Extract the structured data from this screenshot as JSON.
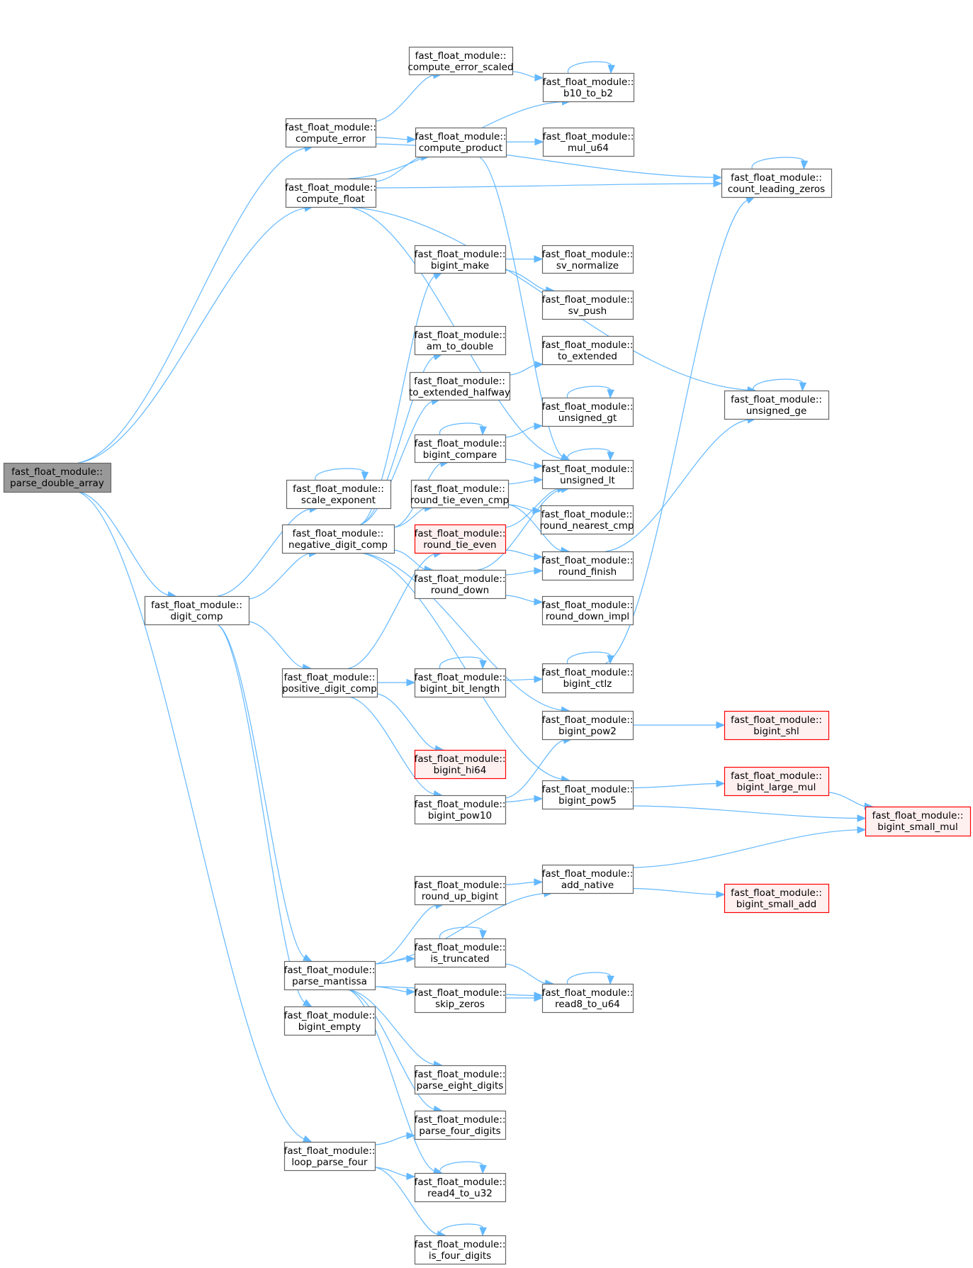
{
  "graph": {
    "title": "Call graph of fast_float_module::parse_double_array",
    "namespace": "fast_float_module::",
    "colors": {
      "edge": "#63b8ff",
      "node_border": "#666666",
      "root_fill": "#999999",
      "external_border": "#ff0000",
      "external_fill": "#fff0f0"
    },
    "nodes": [
      {
        "id": "parse_double_array",
        "ns": "fast_float_module::",
        "name": "parse_double_array",
        "kind": "root"
      },
      {
        "id": "compute_error",
        "ns": "fast_float_module::",
        "name": "compute_error",
        "kind": "normal"
      },
      {
        "id": "compute_error_scaled",
        "ns": "fast_float_module::",
        "name": "compute_error_scaled",
        "kind": "normal"
      },
      {
        "id": "b10_to_b2",
        "ns": "fast_float_module::",
        "name": "b10_to_b2",
        "kind": "normal"
      },
      {
        "id": "compute_product",
        "ns": "fast_float_module::",
        "name": "compute_product",
        "kind": "normal"
      },
      {
        "id": "mul_u64",
        "ns": "fast_float_module::",
        "name": "mul_u64",
        "kind": "normal"
      },
      {
        "id": "compute_float",
        "ns": "fast_float_module::",
        "name": "compute_float",
        "kind": "normal"
      },
      {
        "id": "count_leading_zeros",
        "ns": "fast_float_module::",
        "name": "count_leading_zeros",
        "kind": "normal"
      },
      {
        "id": "bigint_make",
        "ns": "fast_float_module::",
        "name": "bigint_make",
        "kind": "normal"
      },
      {
        "id": "sv_normalize",
        "ns": "fast_float_module::",
        "name": "sv_normalize",
        "kind": "normal"
      },
      {
        "id": "sv_push",
        "ns": "fast_float_module::",
        "name": "sv_push",
        "kind": "normal"
      },
      {
        "id": "am_to_double",
        "ns": "fast_float_module::",
        "name": "am_to_double",
        "kind": "normal"
      },
      {
        "id": "to_extended",
        "ns": "fast_float_module::",
        "name": "to_extended",
        "kind": "normal"
      },
      {
        "id": "to_extended_halfway",
        "ns": "fast_float_module::",
        "name": "to_extended_halfway",
        "kind": "normal"
      },
      {
        "id": "unsigned_ge",
        "ns": "fast_float_module::",
        "name": "unsigned_ge",
        "kind": "normal"
      },
      {
        "id": "unsigned_gt",
        "ns": "fast_float_module::",
        "name": "unsigned_gt",
        "kind": "normal"
      },
      {
        "id": "bigint_compare",
        "ns": "fast_float_module::",
        "name": "bigint_compare",
        "kind": "normal"
      },
      {
        "id": "unsigned_lt",
        "ns": "fast_float_module::",
        "name": "unsigned_lt",
        "kind": "normal"
      },
      {
        "id": "scale_exponent",
        "ns": "fast_float_module::",
        "name": "scale_exponent",
        "kind": "normal"
      },
      {
        "id": "round_tie_even_cmp",
        "ns": "fast_float_module::",
        "name": "round_tie_even_cmp",
        "kind": "normal"
      },
      {
        "id": "round_nearest_cmp",
        "ns": "fast_float_module::",
        "name": "round_nearest_cmp",
        "kind": "normal"
      },
      {
        "id": "negative_digit_comp",
        "ns": "fast_float_module::",
        "name": "negative_digit_comp",
        "kind": "normal"
      },
      {
        "id": "round_tie_even",
        "ns": "fast_float_module::",
        "name": "round_tie_even",
        "kind": "external"
      },
      {
        "id": "round_finish",
        "ns": "fast_float_module::",
        "name": "round_finish",
        "kind": "normal"
      },
      {
        "id": "round_down",
        "ns": "fast_float_module::",
        "name": "round_down",
        "kind": "normal"
      },
      {
        "id": "round_down_impl",
        "ns": "fast_float_module::",
        "name": "round_down_impl",
        "kind": "normal"
      },
      {
        "id": "digit_comp",
        "ns": "fast_float_module::",
        "name": "digit_comp",
        "kind": "normal"
      },
      {
        "id": "positive_digit_comp",
        "ns": "fast_float_module::",
        "name": "positive_digit_comp",
        "kind": "normal"
      },
      {
        "id": "bigint_bit_length",
        "ns": "fast_float_module::",
        "name": "bigint_bit_length",
        "kind": "normal"
      },
      {
        "id": "bigint_ctlz",
        "ns": "fast_float_module::",
        "name": "bigint_ctlz",
        "kind": "normal"
      },
      {
        "id": "bigint_pow2",
        "ns": "fast_float_module::",
        "name": "bigint_pow2",
        "kind": "normal"
      },
      {
        "id": "bigint_shl",
        "ns": "fast_float_module::",
        "name": "bigint_shl",
        "kind": "external"
      },
      {
        "id": "bigint_hi64",
        "ns": "fast_float_module::",
        "name": "bigint_hi64",
        "kind": "external"
      },
      {
        "id": "bigint_large_mul",
        "ns": "fast_float_module::",
        "name": "bigint_large_mul",
        "kind": "external"
      },
      {
        "id": "bigint_pow10",
        "ns": "fast_float_module::",
        "name": "bigint_pow10",
        "kind": "normal"
      },
      {
        "id": "bigint_pow5",
        "ns": "fast_float_module::",
        "name": "bigint_pow5",
        "kind": "normal"
      },
      {
        "id": "bigint_small_mul",
        "ns": "fast_float_module::",
        "name": "bigint_small_mul",
        "kind": "external"
      },
      {
        "id": "add_native",
        "ns": "fast_float_module::",
        "name": "add_native",
        "kind": "normal"
      },
      {
        "id": "round_up_bigint",
        "ns": "fast_float_module::",
        "name": "round_up_bigint",
        "kind": "normal"
      },
      {
        "id": "bigint_small_add",
        "ns": "fast_float_module::",
        "name": "bigint_small_add",
        "kind": "external"
      },
      {
        "id": "is_truncated",
        "ns": "fast_float_module::",
        "name": "is_truncated",
        "kind": "normal"
      },
      {
        "id": "parse_mantissa",
        "ns": "fast_float_module::",
        "name": "parse_mantissa",
        "kind": "normal"
      },
      {
        "id": "skip_zeros",
        "ns": "fast_float_module::",
        "name": "skip_zeros",
        "kind": "normal"
      },
      {
        "id": "read8_to_u64",
        "ns": "fast_float_module::",
        "name": "read8_to_u64",
        "kind": "normal"
      },
      {
        "id": "bigint_empty",
        "ns": "fast_float_module::",
        "name": "bigint_empty",
        "kind": "normal"
      },
      {
        "id": "parse_eight_digits",
        "ns": "fast_float_module::",
        "name": "parse_eight_digits",
        "kind": "normal"
      },
      {
        "id": "parse_four_digits",
        "ns": "fast_float_module::",
        "name": "parse_four_digits",
        "kind": "normal"
      },
      {
        "id": "loop_parse_four",
        "ns": "fast_float_module::",
        "name": "loop_parse_four",
        "kind": "normal"
      },
      {
        "id": "read4_to_u32",
        "ns": "fast_float_module::",
        "name": "read4_to_u32",
        "kind": "normal"
      },
      {
        "id": "is_four_digits",
        "ns": "fast_float_module::",
        "name": "is_four_digits",
        "kind": "normal"
      }
    ],
    "edges": [
      [
        "parse_double_array",
        "compute_error"
      ],
      [
        "parse_double_array",
        "compute_float"
      ],
      [
        "parse_double_array",
        "digit_comp"
      ],
      [
        "parse_double_array",
        "loop_parse_four"
      ],
      [
        "compute_error",
        "compute_error_scaled"
      ],
      [
        "compute_error",
        "compute_product"
      ],
      [
        "compute_error",
        "count_leading_zeros"
      ],
      [
        "compute_error_scaled",
        "b10_to_b2"
      ],
      [
        "b10_to_b2",
        "b10_to_b2"
      ],
      [
        "compute_product",
        "mul_u64"
      ],
      [
        "compute_product",
        "unsigned_lt"
      ],
      [
        "compute_float",
        "b10_to_b2"
      ],
      [
        "compute_float",
        "compute_product"
      ],
      [
        "compute_float",
        "count_leading_zeros"
      ],
      [
        "compute_float",
        "unsigned_ge"
      ],
      [
        "compute_float",
        "unsigned_lt"
      ],
      [
        "count_leading_zeros",
        "count_leading_zeros"
      ],
      [
        "bigint_make",
        "sv_normalize"
      ],
      [
        "bigint_make",
        "sv_push"
      ],
      [
        "to_extended_halfway",
        "to_extended"
      ],
      [
        "unsigned_ge",
        "unsigned_ge"
      ],
      [
        "unsigned_gt",
        "unsigned_gt"
      ],
      [
        "bigint_compare",
        "bigint_compare"
      ],
      [
        "bigint_compare",
        "unsigned_gt"
      ],
      [
        "bigint_compare",
        "unsigned_lt"
      ],
      [
        "unsigned_lt",
        "unsigned_lt"
      ],
      [
        "scale_exponent",
        "scale_exponent"
      ],
      [
        "round_tie_even_cmp",
        "unsigned_lt"
      ],
      [
        "round_tie_even_cmp",
        "round_nearest_cmp"
      ],
      [
        "round_tie_even_cmp",
        "round_finish"
      ],
      [
        "negative_digit_comp",
        "bigint_make"
      ],
      [
        "negative_digit_comp",
        "am_to_double"
      ],
      [
        "negative_digit_comp",
        "to_extended_halfway"
      ],
      [
        "negative_digit_comp",
        "bigint_compare"
      ],
      [
        "negative_digit_comp",
        "round_tie_even_cmp"
      ],
      [
        "negative_digit_comp",
        "round_down"
      ],
      [
        "negative_digit_comp",
        "bigint_pow2"
      ],
      [
        "negative_digit_comp",
        "bigint_pow5"
      ],
      [
        "round_tie_even",
        "unsigned_lt"
      ],
      [
        "round_tie_even",
        "round_finish"
      ],
      [
        "round_finish",
        "unsigned_ge"
      ],
      [
        "round_down",
        "unsigned_lt"
      ],
      [
        "round_down",
        "round_finish"
      ],
      [
        "round_down",
        "round_down_impl"
      ],
      [
        "digit_comp",
        "scale_exponent"
      ],
      [
        "digit_comp",
        "negative_digit_comp"
      ],
      [
        "digit_comp",
        "positive_digit_comp"
      ],
      [
        "digit_comp",
        "parse_mantissa"
      ],
      [
        "digit_comp",
        "bigint_empty"
      ],
      [
        "positive_digit_comp",
        "round_tie_even"
      ],
      [
        "positive_digit_comp",
        "bigint_bit_length"
      ],
      [
        "positive_digit_comp",
        "bigint_hi64"
      ],
      [
        "positive_digit_comp",
        "bigint_pow10"
      ],
      [
        "bigint_bit_length",
        "bigint_bit_length"
      ],
      [
        "bigint_bit_length",
        "bigint_ctlz"
      ],
      [
        "bigint_ctlz",
        "bigint_ctlz"
      ],
      [
        "bigint_ctlz",
        "count_leading_zeros"
      ],
      [
        "bigint_pow2",
        "bigint_shl"
      ],
      [
        "bigint_pow10",
        "bigint_pow2"
      ],
      [
        "bigint_pow10",
        "bigint_pow5"
      ],
      [
        "bigint_pow5",
        "bigint_large_mul"
      ],
      [
        "bigint_pow5",
        "bigint_small_mul"
      ],
      [
        "bigint_large_mul",
        "bigint_small_mul"
      ],
      [
        "add_native",
        "bigint_small_mul"
      ],
      [
        "add_native",
        "bigint_small_add"
      ],
      [
        "round_up_bigint",
        "add_native"
      ],
      [
        "is_truncated",
        "is_truncated"
      ],
      [
        "is_truncated",
        "read8_to_u64"
      ],
      [
        "parse_mantissa",
        "add_native"
      ],
      [
        "parse_mantissa",
        "round_up_bigint"
      ],
      [
        "parse_mantissa",
        "is_truncated"
      ],
      [
        "parse_mantissa",
        "skip_zeros"
      ],
      [
        "parse_mantissa",
        "read8_to_u64"
      ],
      [
        "parse_mantissa",
        "parse_eight_digits"
      ],
      [
        "parse_mantissa",
        "parse_four_digits"
      ],
      [
        "parse_mantissa",
        "read4_to_u32"
      ],
      [
        "skip_zeros",
        "read8_to_u64"
      ],
      [
        "read8_to_u64",
        "read8_to_u64"
      ],
      [
        "loop_parse_four",
        "parse_four_digits"
      ],
      [
        "loop_parse_four",
        "read4_to_u32"
      ],
      [
        "loop_parse_four",
        "is_four_digits"
      ],
      [
        "read4_to_u32",
        "read4_to_u32"
      ],
      [
        "is_four_digits",
        "is_four_digits"
      ]
    ]
  }
}
